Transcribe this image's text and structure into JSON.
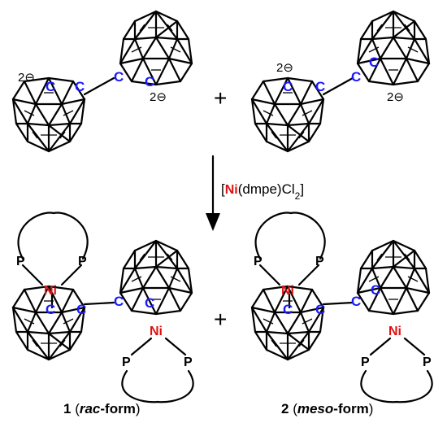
{
  "labels": {
    "carbon": "C",
    "nickel": "Ni",
    "phosphorus": "P",
    "charge": "2⊖",
    "plus": "+"
  },
  "reagent": {
    "open": "[",
    "metal": "Ni",
    "ligand": "(dmpe)",
    "halide": "Cl",
    "subscript": "2",
    "close": "]"
  },
  "captions": {
    "product1": {
      "number": "1",
      "open": " (",
      "prefix": "rac",
      "suffix": "-form",
      "close": ")"
    },
    "product2": {
      "number": "2",
      "open": " (",
      "prefix": "meso",
      "suffix": "-form",
      "close": ")"
    }
  },
  "colors": {
    "carbon": "#1a1aff",
    "nickel": "#e01010",
    "bond": "#000000"
  }
}
